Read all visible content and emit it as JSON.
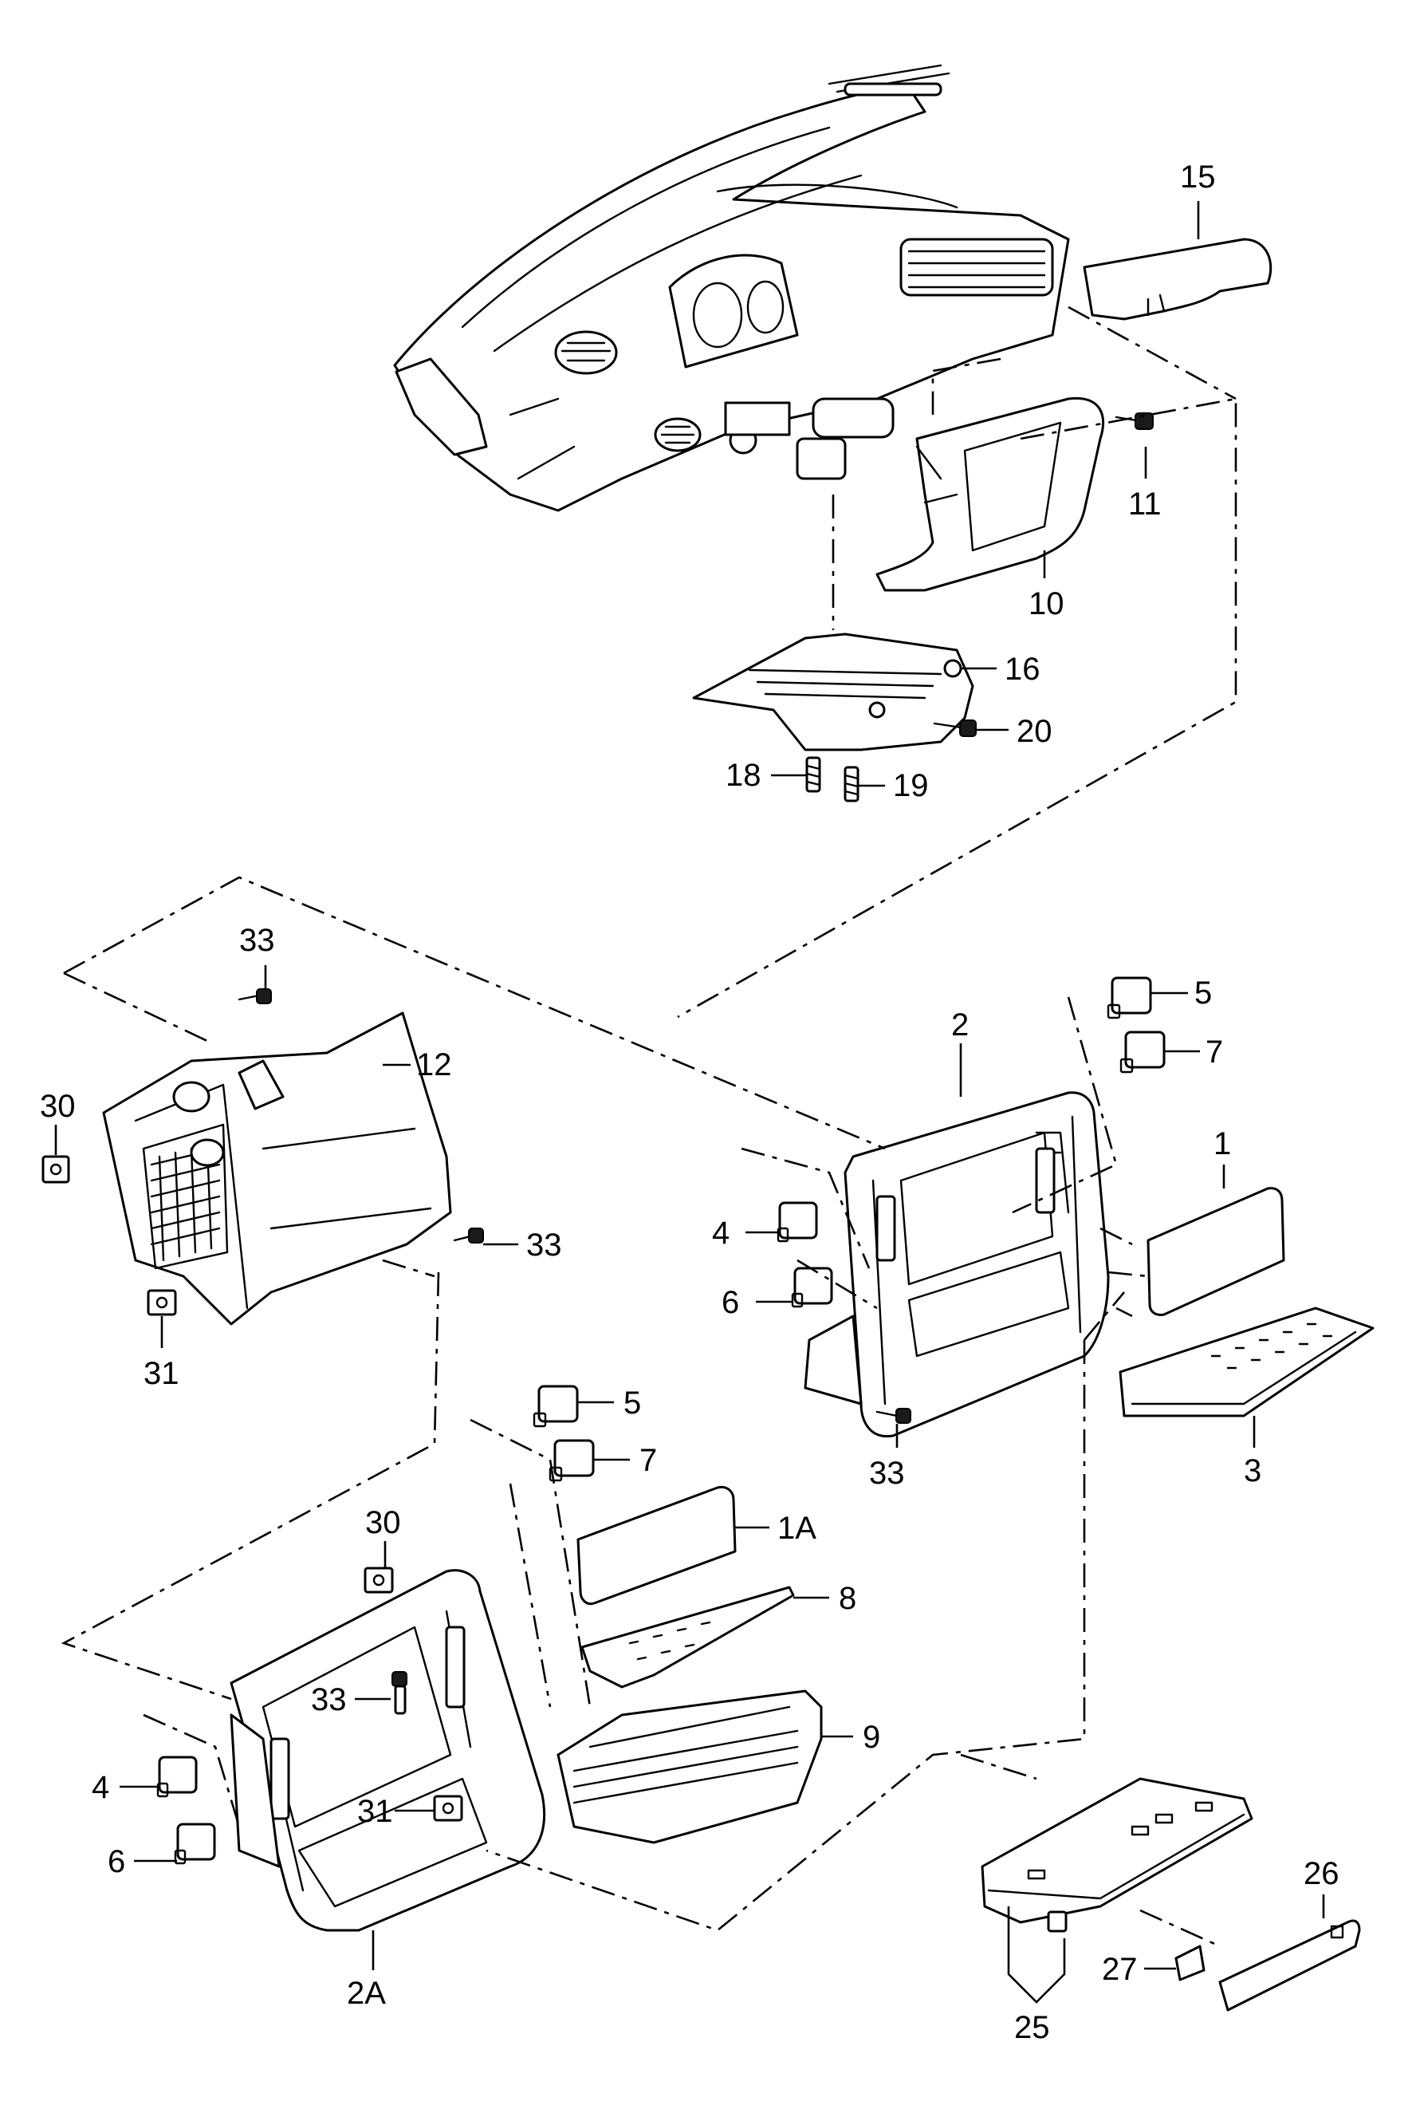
{
  "diagram": {
    "callouts": [
      {
        "id": "c15",
        "text": "15"
      },
      {
        "id": "c11",
        "text": "11"
      },
      {
        "id": "c10",
        "text": "10"
      },
      {
        "id": "c16",
        "text": "16"
      },
      {
        "id": "c20",
        "text": "20"
      },
      {
        "id": "c18",
        "text": "18"
      },
      {
        "id": "c19",
        "text": "19"
      },
      {
        "id": "c33a",
        "text": "33"
      },
      {
        "id": "c12",
        "text": "12"
      },
      {
        "id": "c30a",
        "text": "30"
      },
      {
        "id": "c33b",
        "text": "33"
      },
      {
        "id": "c31a",
        "text": "31"
      },
      {
        "id": "c5a",
        "text": "5"
      },
      {
        "id": "c7a",
        "text": "7"
      },
      {
        "id": "c2",
        "text": "2"
      },
      {
        "id": "c1",
        "text": "1"
      },
      {
        "id": "c4a",
        "text": "4"
      },
      {
        "id": "c6a",
        "text": "6"
      },
      {
        "id": "c3",
        "text": "3"
      },
      {
        "id": "c33c",
        "text": "33"
      },
      {
        "id": "c5b",
        "text": "5"
      },
      {
        "id": "c7b",
        "text": "7"
      },
      {
        "id": "c1A",
        "text": "1A"
      },
      {
        "id": "c30b",
        "text": "30"
      },
      {
        "id": "c8",
        "text": "8"
      },
      {
        "id": "c33d",
        "text": "33"
      },
      {
        "id": "c9",
        "text": "9"
      },
      {
        "id": "c4b",
        "text": "4"
      },
      {
        "id": "c6b",
        "text": "6"
      },
      {
        "id": "c31b",
        "text": "31"
      },
      {
        "id": "c2A",
        "text": "2A"
      },
      {
        "id": "c26",
        "text": "26"
      },
      {
        "id": "c27",
        "text": "27"
      },
      {
        "id": "c25",
        "text": "25"
      }
    ]
  }
}
